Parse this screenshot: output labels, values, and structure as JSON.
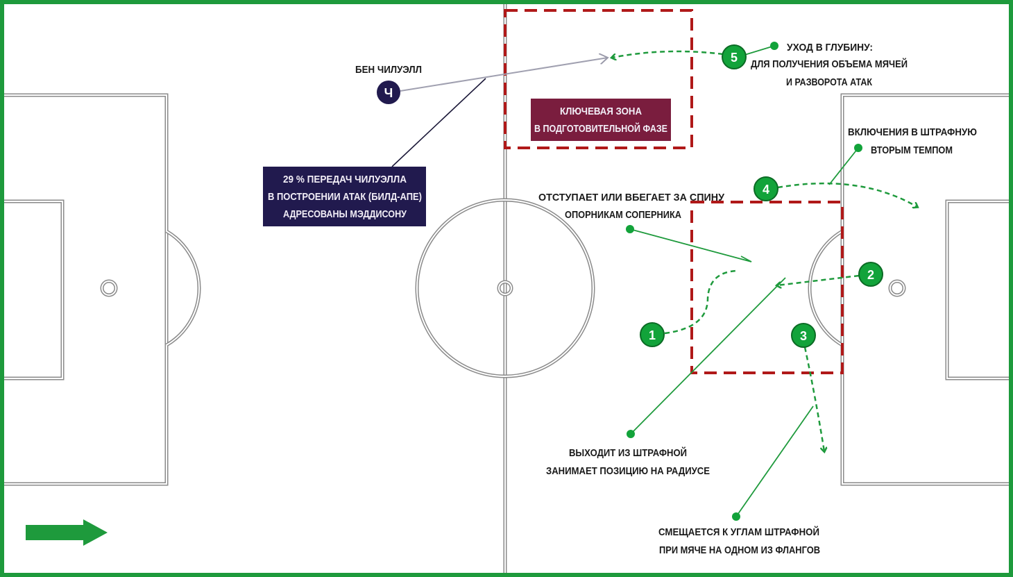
{
  "colors": {
    "border": "#1e9a3c",
    "zone": "#b01919",
    "navy": "#211a4e",
    "maroon": "#7a1d3e",
    "runner": "#12a33a"
  },
  "player": {
    "name": "БЕН ЧИЛУЭЛЛ",
    "initial": "Ч"
  },
  "stat_box": {
    "lines": [
      "29 % ПЕРЕДАЧ ЧИЛУЭЛЛА",
      "В ПОСТРОЕНИИ АТАК (БИЛД-АПЕ)",
      "АДРЕСОВАНЫ МЭДДИСОНУ"
    ]
  },
  "key_zone": {
    "lines": [
      "КЛЮЧЕВАЯ ЗОНА",
      "В ПОДГОТОВИТЕЛЬНОЙ ФАЗЕ"
    ]
  },
  "runs": [
    {
      "number": "1",
      "lines": [
        "ОТСТУПАЕТ ИЛИ ВБЕГАЕТ ЗА СПИНУ",
        "ОПОРНИКАМ СОПЕРНИКА"
      ]
    },
    {
      "number": "2",
      "lines": [
        "ВЫХОДИТ ИЗ ШТРАФНОЙ",
        "ЗАНИМАЕТ ПОЗИЦИЮ НА РАДИУСЕ"
      ]
    },
    {
      "number": "3",
      "lines": [
        "СМЕЩАЕТСЯ К УГЛАМ ШТРАФНОЙ",
        "ПРИ МЯЧЕ НА ОДНОМ ИЗ ФЛАНГОВ"
      ]
    },
    {
      "number": "4",
      "lines": [
        "ВКЛЮЧЕНИЯ В ШТРАФНУЮ",
        "ВТОРЫМ ТЕМПОМ"
      ]
    },
    {
      "number": "5",
      "lines": [
        "УХОД В ГЛУБИНУ:",
        "ДЛЯ ПОЛУЧЕНИЯ ОБЪЕМА МЯЧЕЙ",
        "И РАЗВОРОТА АТАК"
      ]
    }
  ],
  "direction_icon": "arrow-right-icon"
}
